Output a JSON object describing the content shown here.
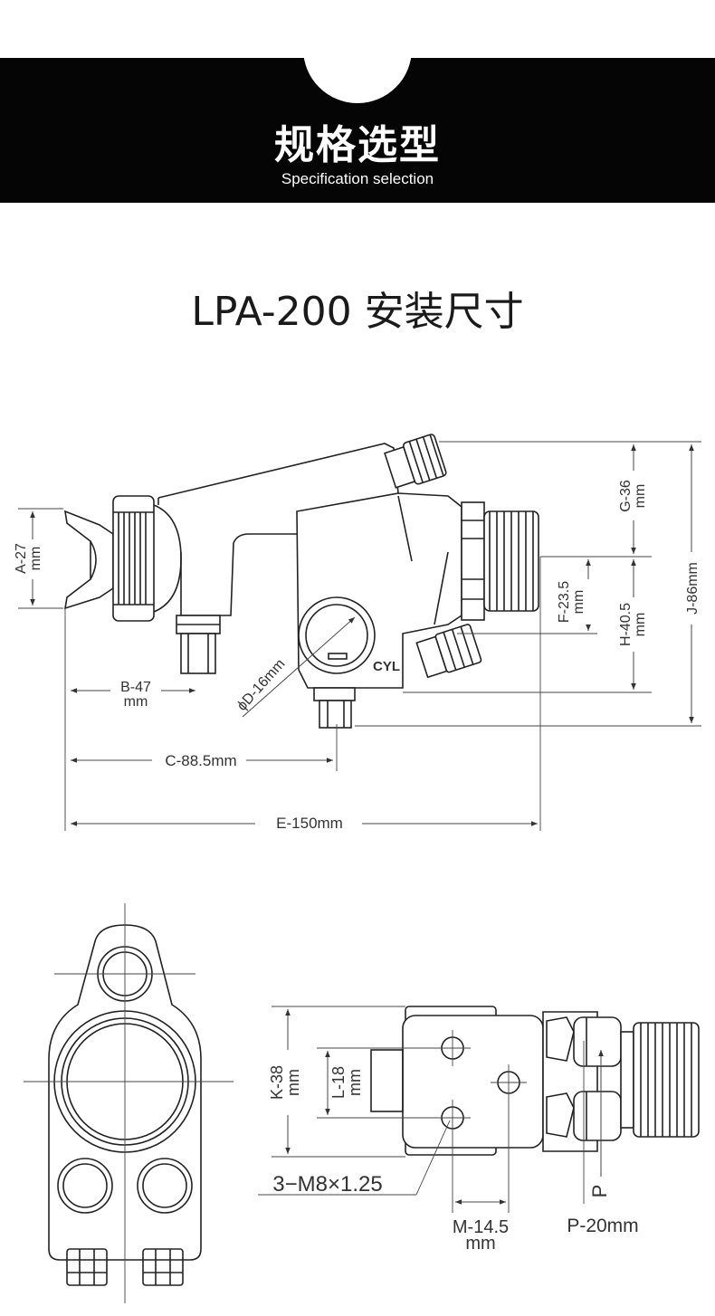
{
  "header": {
    "title": "规格选型",
    "subtitle": "Specification selection"
  },
  "model_title": "LPA-200 安装尺寸",
  "side_view": {
    "cyl_label": "CYL",
    "dims": {
      "a": "A-27",
      "a_unit": "mm",
      "b": "B-47",
      "b_unit": "mm",
      "c": "C-88.5mm",
      "d": "ϕD-16mm",
      "e": "E-150mm",
      "f": "F-23.5",
      "f_unit": "mm",
      "g": "G-36",
      "g_unit": "mm",
      "h": "H-40.5",
      "h_unit": "mm",
      "j": "J-86mm"
    }
  },
  "bottom_view": {
    "dims": {
      "k": "K-38",
      "k_unit": "mm",
      "l": "L-18",
      "l_unit": "mm",
      "m": "M-14.5",
      "m_unit": "mm",
      "p_label": "P",
      "p": "P-20mm",
      "thread": "3−M8×1.25"
    }
  },
  "colors": {
    "header_bg": "#050505",
    "line": "#222222",
    "text": "#333333"
  }
}
